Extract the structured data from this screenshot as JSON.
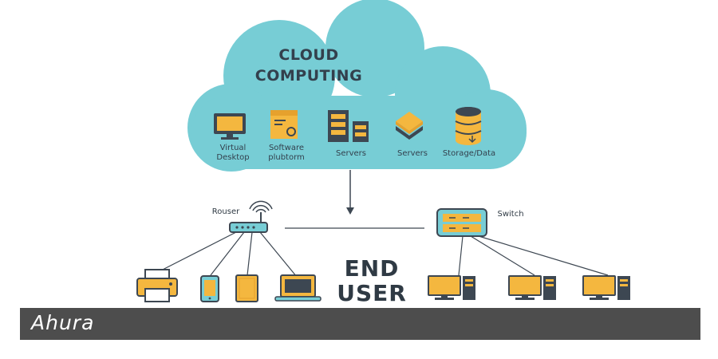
{
  "cloud": {
    "title_line1": "CLOUD",
    "title_line2": "COMPUTING",
    "items": [
      {
        "label_line1": "Virtual",
        "label_line2": "Desktop",
        "icon": "monitor-icon"
      },
      {
        "label_line1": "Software",
        "label_line2": "plubtorm",
        "icon": "software-platform-icon"
      },
      {
        "label_line1": "Servers",
        "label_line2": "",
        "icon": "server-rack-icon"
      },
      {
        "label_line1": "Servers",
        "label_line2": "",
        "icon": "layers-icon"
      },
      {
        "label_line1": "Storage/Data",
        "label_line2": "",
        "icon": "database-icon"
      }
    ]
  },
  "network": {
    "router_label": "Rouser",
    "switch_label": "Switch"
  },
  "end_user": {
    "line1": "END",
    "line2": "USER"
  },
  "brand": {
    "logo_text": "Ahura"
  },
  "colors": {
    "cloud": "#77cdd5",
    "accent": "#f4b73f",
    "accent_dark": "#e6a12d",
    "dark": "#3d4752",
    "bar": "#4d4d4d"
  }
}
